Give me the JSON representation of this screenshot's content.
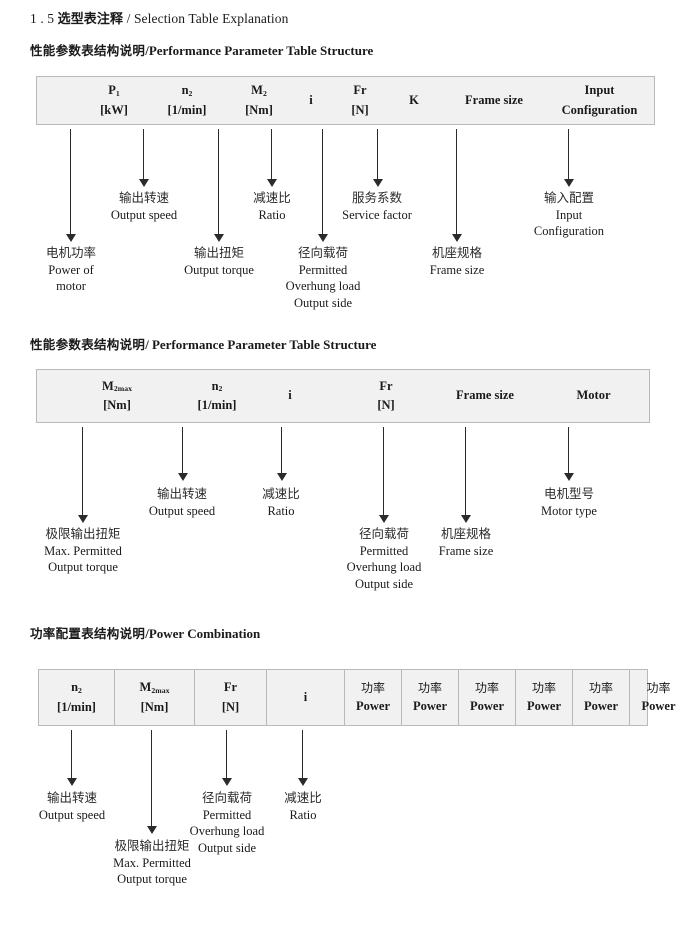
{
  "document": {
    "section_number": "1 . 5",
    "section_title_cn": "选型表注释",
    "section_title_sep": "/",
    "section_title_en": "Selection Table Explanation"
  },
  "sections": [
    {
      "id": "performance-parameter-1",
      "heading_cn": "性能参数表结构说明",
      "heading_sep": "/",
      "heading_en": "Performance Parameter Table Structure",
      "table": {
        "columns": [
          {
            "symbol": "P",
            "sub": "1",
            "unit": "[kW]"
          },
          {
            "symbol": "n",
            "sub": "2",
            "unit": "[1/min]"
          },
          {
            "symbol": "M",
            "sub": "2",
            "unit": "[Nm]"
          },
          {
            "symbol": "i",
            "sub": "",
            "unit": ""
          },
          {
            "symbol": "Fr",
            "sub": "",
            "unit": "[N]"
          },
          {
            "symbol": "K",
            "sub": "",
            "unit": ""
          },
          {
            "symbol": "Frame size",
            "sub": "",
            "unit": ""
          },
          {
            "symbol": "Input",
            "sub": "",
            "unit": "Configuration"
          }
        ]
      },
      "notes": [
        {
          "cn": "电机功率",
          "en": [
            "Power of",
            "motor"
          ]
        },
        {
          "cn": "输出转速",
          "en": [
            "Output speed"
          ]
        },
        {
          "cn": "输出扭矩",
          "en": [
            "Output torque"
          ]
        },
        {
          "cn": "减速比",
          "en": [
            "Ratio"
          ]
        },
        {
          "cn": "径向载荷",
          "en": [
            "Permitted",
            "Overhung load",
            "Output side"
          ]
        },
        {
          "cn": "服务系数",
          "en": [
            "Service factor"
          ]
        },
        {
          "cn": "机座规格",
          "en": [
            "Frame size"
          ]
        },
        {
          "cn": "输入配置",
          "en": [
            "Input",
            "Configuration"
          ]
        }
      ]
    },
    {
      "id": "performance-parameter-2",
      "heading_cn": "性能参数表结构说明",
      "heading_sep": "/",
      "heading_en": "Performance Parameter Table Structure",
      "table": {
        "columns": [
          {
            "symbol": "M",
            "sub": "2max",
            "unit": "[Nm]"
          },
          {
            "symbol": "n",
            "sub": "2",
            "unit": "[1/min]"
          },
          {
            "symbol": "i",
            "sub": "",
            "unit": ""
          },
          {
            "symbol": "Fr",
            "sub": "",
            "unit": "[N]"
          },
          {
            "symbol": "Frame size",
            "sub": "",
            "unit": ""
          },
          {
            "symbol": "Motor",
            "sub": "",
            "unit": ""
          }
        ]
      },
      "notes": [
        {
          "cn": "极限输出扭矩",
          "en": [
            "Max. Permitted",
            "Output  torque"
          ]
        },
        {
          "cn": "输出转速",
          "en": [
            "Output speed"
          ]
        },
        {
          "cn": "减速比",
          "en": [
            "Ratio"
          ]
        },
        {
          "cn": "径向载荷",
          "en": [
            "Permitted",
            "Overhung load",
            "Output side"
          ]
        },
        {
          "cn": "机座规格",
          "en": [
            "Frame size"
          ]
        },
        {
          "cn": "电机型号",
          "en": [
            "Motor type"
          ]
        }
      ]
    },
    {
      "id": "power-combination",
      "heading_cn": "功率配置表结构说明",
      "heading_sep": "/",
      "heading_en": "Power Combination",
      "table": {
        "columns": [
          {
            "symbol": "n",
            "sub": "2",
            "unit": "[1/min]"
          },
          {
            "symbol": "M",
            "sub": "2max",
            "unit": "[Nm]"
          },
          {
            "symbol": "Fr",
            "sub": "",
            "unit": "[N]"
          },
          {
            "symbol": "i",
            "sub": "",
            "unit": ""
          },
          {
            "symbol": "功率",
            "sub": "",
            "unit": "Power"
          },
          {
            "symbol": "功率",
            "sub": "",
            "unit": "Power"
          },
          {
            "symbol": "功率",
            "sub": "",
            "unit": "Power"
          },
          {
            "symbol": "功率",
            "sub": "",
            "unit": "Power"
          },
          {
            "symbol": "功率",
            "sub": "",
            "unit": "Power"
          },
          {
            "symbol": "功率",
            "sub": "",
            "unit": "Power"
          }
        ]
      },
      "notes": [
        {
          "cn": "输出转速",
          "en": [
            "Output speed"
          ]
        },
        {
          "cn": "极限输出扭矩",
          "en": [
            "Max. Permitted",
            "Output  torque"
          ]
        },
        {
          "cn": "径向载荷",
          "en": [
            "Permitted",
            "Overhung load",
            "Output side"
          ]
        },
        {
          "cn": "减速比",
          "en": [
            "Ratio"
          ]
        }
      ]
    }
  ]
}
